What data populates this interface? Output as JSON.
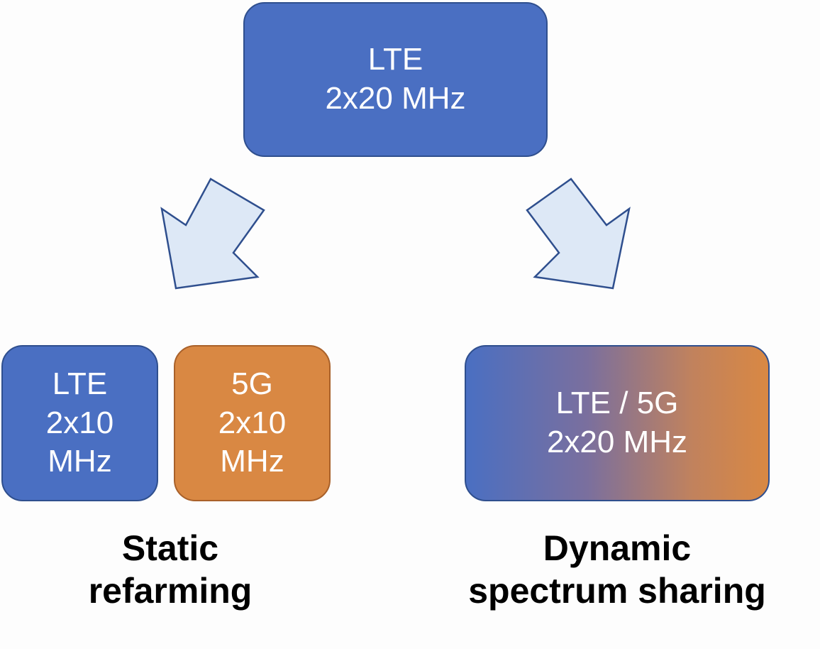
{
  "top_box": {
    "line1": "LTE",
    "line2": "2x20 MHz",
    "color": "#4a6fc2"
  },
  "static_lte_box": {
    "line1": "LTE",
    "line2": "2x10",
    "line3": "MHz",
    "color": "#4a6fc2"
  },
  "static_5g_box": {
    "line1": "5G",
    "line2": "2x10",
    "line3": "MHz",
    "color": "#d98843"
  },
  "dss_box": {
    "line1": "LTE / 5G",
    "line2": "2x20 MHz",
    "gradient_colors": [
      "#4a6fc2",
      "#d98843"
    ]
  },
  "captions": {
    "static": {
      "line1": "Static",
      "line2": "refarming"
    },
    "dynamic": {
      "line1": "Dynamic",
      "line2": "spectrum sharing"
    }
  },
  "arrows": {
    "fill_color": "#dde8f6",
    "stroke_color": "#2f4f8e",
    "left_icon": "arrow-down-left-icon",
    "right_icon": "arrow-down-right-icon"
  }
}
